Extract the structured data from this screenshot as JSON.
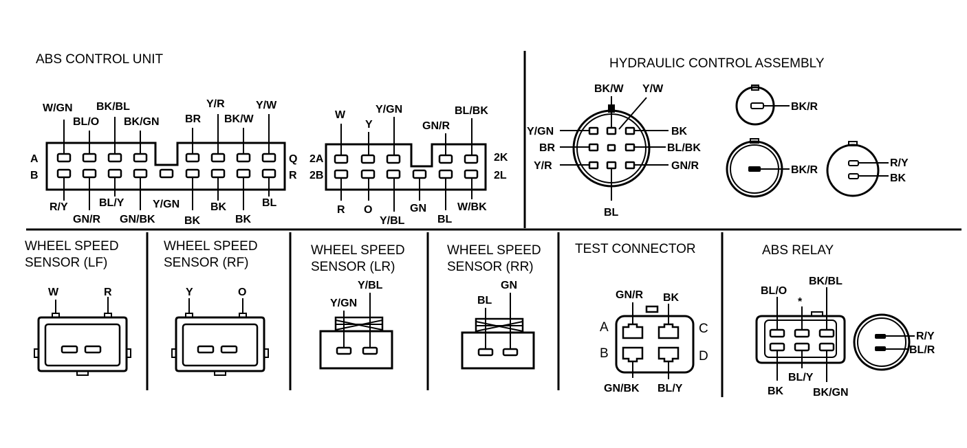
{
  "sections": {
    "abs_control_unit": {
      "title": "ABS CONTROL UNIT",
      "row_a": "A",
      "row_b": "B",
      "row_q": "Q",
      "row_r": "R",
      "top_pins": [
        "W/GN",
        "BL/O",
        "BK/BL",
        "BK/GN",
        "BR",
        "Y/R",
        "BK/W",
        "Y/W"
      ],
      "bottom_pins": [
        "R/Y",
        "GN/R",
        "BL/Y",
        "GN/BK",
        "Y/GN",
        "BK",
        "BK",
        "BK",
        "BL"
      ]
    },
    "abs_control_unit_2": {
      "row_2a": "2A",
      "row_2b": "2B",
      "row_2k": "2K",
      "row_2l": "2L",
      "top_pins": [
        "W",
        "Y",
        "Y/GN",
        "GN/R",
        "BL/BK"
      ],
      "bottom_pins": [
        "R",
        "O",
        "Y/BL",
        "GN",
        "BL",
        "W/BK"
      ]
    },
    "hydraulic_control_assembly": {
      "title": "HYDRAULIC CONTROL ASSEMBLY",
      "main_pins": [
        "BK/W",
        "Y/W",
        "Y/GN",
        "BR",
        "Y/R",
        "BK",
        "BL/BK",
        "GN/R",
        "BL"
      ],
      "small_connector": "BK/R",
      "round_connector": "BK/R",
      "two_pin_connector": [
        "R/Y",
        "BK"
      ]
    },
    "wheel_speed_lf": {
      "title_line1": "WHEEL SPEED",
      "title_line2": "SENSOR (LF)",
      "pins": [
        "W",
        "R"
      ]
    },
    "wheel_speed_rf": {
      "title_line1": "WHEEL SPEED",
      "title_line2": "SENSOR (RF)",
      "pins": [
        "Y",
        "O"
      ]
    },
    "wheel_speed_lr": {
      "title_line1": "WHEEL SPEED",
      "title_line2": "SENSOR (LR)",
      "pins": [
        "Y/GN",
        "Y/BL"
      ]
    },
    "wheel_speed_rr": {
      "title_line1": "WHEEL SPEED",
      "title_line2": "SENSOR (RR)",
      "pins": [
        "BL",
        "GN"
      ]
    },
    "test_connector": {
      "title": "TEST CONNECTOR",
      "pins": [
        "GN/R",
        "BK",
        "GN/BK",
        "BL/Y"
      ],
      "letters": [
        "A",
        "B",
        "C",
        "D"
      ]
    },
    "abs_relay": {
      "title": "ABS RELAY",
      "top_pins": [
        "BL/O",
        "*",
        "BK/BL"
      ],
      "bottom_pins": [
        "BK",
        "BL/Y",
        "BK/GN"
      ],
      "round_pins": [
        "R/Y",
        "BL/R"
      ]
    }
  }
}
